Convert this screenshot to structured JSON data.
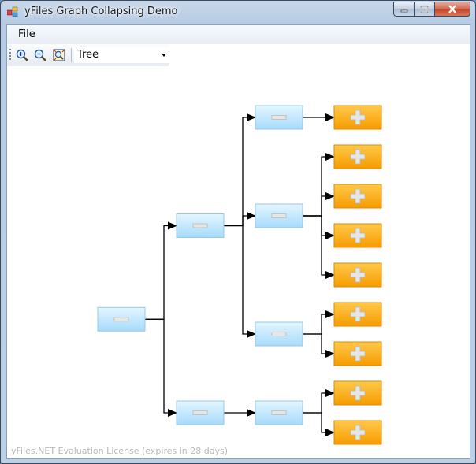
{
  "window": {
    "title": "yFiles Graph Collapsing Demo"
  },
  "menu": {
    "items": [
      "File"
    ]
  },
  "toolbar": {
    "layout_label": "Tree"
  },
  "footer": {
    "license": "yFiles.NET Evaluation License (expires in 28 days)"
  },
  "colors": {
    "expanded_fill_top": "#e4f6ff",
    "expanded_fill_bottom": "#a6dbfb",
    "expanded_border": "#96c9e6",
    "collapsed_fill_top": "#ffc94a",
    "collapsed_fill_bottom": "#f59c00",
    "collapsed_border": "#e08a00",
    "edge": "#000000"
  },
  "graph": {
    "nodes": [
      {
        "id": "root",
        "state": "expanded"
      },
      {
        "id": "a",
        "state": "expanded"
      },
      {
        "id": "b",
        "state": "expanded"
      },
      {
        "id": "a1",
        "state": "expanded"
      },
      {
        "id": "a2",
        "state": "expanded"
      },
      {
        "id": "a3",
        "state": "expanded"
      },
      {
        "id": "b1",
        "state": "expanded"
      },
      {
        "id": "l1",
        "state": "collapsed"
      },
      {
        "id": "l2",
        "state": "collapsed"
      },
      {
        "id": "l3",
        "state": "collapsed"
      },
      {
        "id": "l4",
        "state": "collapsed"
      },
      {
        "id": "l5",
        "state": "collapsed"
      },
      {
        "id": "l6",
        "state": "collapsed"
      },
      {
        "id": "l7",
        "state": "collapsed"
      },
      {
        "id": "l8",
        "state": "collapsed"
      },
      {
        "id": "l9",
        "state": "collapsed"
      }
    ],
    "edges": [
      [
        "root",
        "a"
      ],
      [
        "root",
        "b"
      ],
      [
        "a",
        "a1"
      ],
      [
        "a",
        "a2"
      ],
      [
        "a",
        "a3"
      ],
      [
        "b",
        "b1"
      ],
      [
        "a1",
        "l1"
      ],
      [
        "a2",
        "l2"
      ],
      [
        "a2",
        "l3"
      ],
      [
        "a2",
        "l4"
      ],
      [
        "a2",
        "l5"
      ],
      [
        "a3",
        "l6"
      ],
      [
        "a3",
        "l7"
      ],
      [
        "b1",
        "l8"
      ],
      [
        "b1",
        "l9"
      ]
    ]
  }
}
